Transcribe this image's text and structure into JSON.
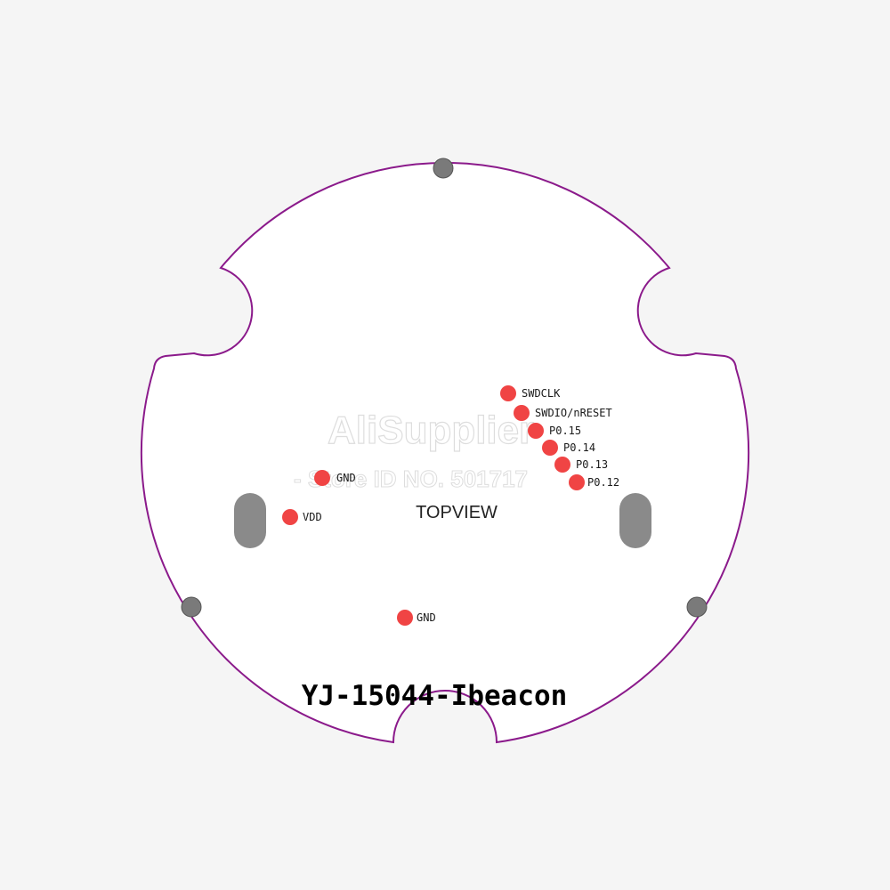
{
  "board": {
    "outline_color": "#8b1a8b",
    "background_color": "#ffffff",
    "pad_color": "#f04444",
    "hole_color": "#7a7a7a",
    "slot_color": "#8a8a8a",
    "view_label": "TOPVIEW",
    "model_label": "YJ-15044-Ibeacon"
  },
  "pins": [
    {
      "label": "SWDCLK"
    },
    {
      "label": "SWDIO/nRESET"
    },
    {
      "label": "P0.15"
    },
    {
      "label": "P0.14"
    },
    {
      "label": "P0.13"
    },
    {
      "label": "P0.12"
    },
    {
      "label": "GND"
    },
    {
      "label": "VDD"
    },
    {
      "label": "GND"
    }
  ],
  "watermark": {
    "line1": "AliSupplier",
    "line2": "- Store ID NO. 501717"
  }
}
